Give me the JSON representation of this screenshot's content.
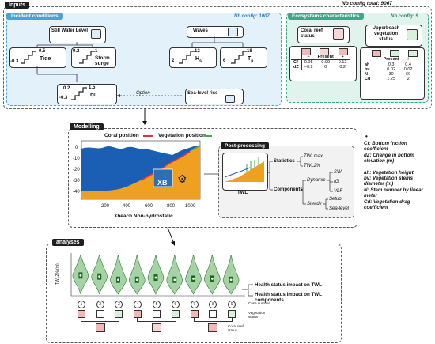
{
  "inputs": {
    "tab": "Inputs",
    "nb_total": "Nb config total: 9067",
    "incident": {
      "title": "Incident conditions",
      "nb": "Nb config: 1007",
      "swl_label": "Still Water Level",
      "waves_label": "Waves",
      "tide": {
        "min": "-0.3",
        "max": "0.5",
        "label": "Tide"
      },
      "surge": {
        "min": "0.2",
        "max": "1",
        "label": "Storm surge"
      },
      "hs": {
        "min": "2",
        "max": "12",
        "label": "H",
        "sub": "s"
      },
      "tp": {
        "min": "6",
        "max": "18",
        "label": "T",
        "sub": "p"
      },
      "eta": {
        "min": "-0.3",
        "mid": "0.2",
        "max": "1.5",
        "label": "η0"
      },
      "option": "Option",
      "slr": "Sea-level rise"
    },
    "eco": {
      "title": "Ecosystems characteristics",
      "nb": "Nb config: 9",
      "coral": {
        "title": "Coral reef status",
        "states": [
          "−",
          "Present",
          "+"
        ],
        "rows": [
          {
            "k": "Cf",
            "v": [
              "0.05",
              "0.09",
              "0.12"
            ]
          },
          {
            "k": "dZ",
            "v": [
              "−0.2",
              "0",
              "0.2"
            ]
          }
        ]
      },
      "veg": {
        "title": "Upperbeach vegetation status",
        "states": [
          "−",
          "Present",
          "+"
        ],
        "rows": [
          {
            "k": "ah",
            "v": [
              "0.3",
              "0.4"
            ]
          },
          {
            "k": "bv",
            "v": [
              "0.02",
              "0.02"
            ]
          },
          {
            "k": "N",
            "v": [
              "30",
              "60"
            ]
          },
          {
            "k": "Cd",
            "v": [
              "1.25",
              "2"
            ]
          }
        ]
      }
    }
  },
  "modelling": {
    "tab": "Modelling",
    "coral_pos": "Coral position",
    "veg_pos": "Vegetation position",
    "y_ticks": [
      "0",
      "-10",
      "-20",
      "-30",
      "-40"
    ],
    "x_ticks": [
      "200",
      "400",
      "600",
      "800",
      "1000"
    ],
    "xbeach": "Xbeach Non-hydrostatic",
    "xb_logo": "XB",
    "post": {
      "tab": "Post-processing",
      "twl": "TWL",
      "statistics": "Statistics",
      "twl_max": "TWLmax",
      "twl2": "TWL2%",
      "components": "Components",
      "dynamic": "Dynamic",
      "steady": "Steady",
      "sw": "SW",
      "ig": "IG",
      "vlf": "VLF",
      "setup": "Setup",
      "sealevel": "Sea-level"
    }
  },
  "legend": {
    "bullet": "•",
    "lines": [
      "Cf: Bottom friction coefficient",
      "dZ: Change in bottom elevation (m)",
      "ah: Vegetation height",
      "bv: Vegetation stems diameter (m)",
      "N: Stem number by linear meter",
      "Cd: Vegetation drag coefficient"
    ]
  },
  "analyses": {
    "tab": "analyses",
    "ylabel": "TWL2% (m)",
    "case_numbers": [
      "1",
      "2",
      "3",
      "4",
      "5",
      "6",
      "7",
      "8",
      "9"
    ],
    "case_label": "Case number",
    "veg_label": "Vegetation status",
    "coral_label": "Coral reef status",
    "health1": "Health status impact on TWL",
    "health2": "Health status impact on TWL components"
  },
  "chart_data": {
    "type": "violin",
    "ylabel": "TWL2% (m)",
    "categories": [
      "1",
      "2",
      "3",
      "4",
      "5",
      "6",
      "7",
      "8",
      "9"
    ],
    "medians": [
      1.9,
      1.8,
      1.5,
      1.5,
      1.7,
      1.5,
      1.6,
      1.6,
      1.5
    ],
    "ylim": [
      0,
      4
    ]
  },
  "colors": {
    "incident_blue": "#4aa3d8",
    "eco_green": "#3aa88a",
    "coral_red": "#e2323a",
    "veg_green": "#3bb04a",
    "ocean_blue": "#1a5fb4",
    "sand": "#f0a020",
    "violin_green": "#5cae5c",
    "pink": "#f2b8b8"
  }
}
